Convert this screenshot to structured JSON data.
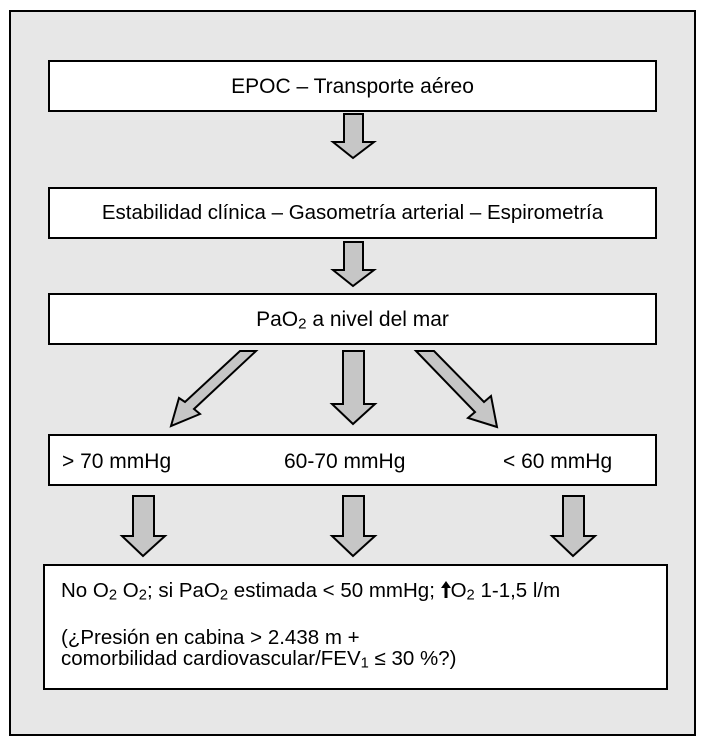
{
  "box1": {
    "text": "EPOC – Transporte aéreo"
  },
  "box2": {
    "text": "Estabilidad clínica – Gasometría arterial – Espirometría"
  },
  "box3": {
    "pre": "PaO",
    "sub": "2",
    "post": " a nivel del mar"
  },
  "box4": {
    "left": "> 70 mmHg",
    "mid": "60-70 mmHg",
    "right": "< 60 mmHg"
  },
  "box5": {
    "l1": {
      "a": "No  O",
      "a_sub": "2",
      "b": " O",
      "b_sub": "2",
      "c": "; si PaO",
      "c_sub": "2",
      "d": " estimada < 50 mmHg; ",
      "e": "O",
      "e_sub": "2",
      "f": " 1-1,5 l/m"
    },
    "l2": "(¿Presión en cabina > 2.438 m +",
    "l3": {
      "a": "comorbilidad cardiovascular/FEV",
      "a_sub": "1",
      "b": " ≤ 30 %?)"
    }
  },
  "colors": {
    "frame_bg": "#e7e7e7",
    "arrow_fill": "#c6c6c6",
    "box_bg": "#ffffff",
    "border": "#000000"
  },
  "icons": {
    "flow_arrow": "down-arrow-icon",
    "increase": "up-arrow-icon"
  }
}
